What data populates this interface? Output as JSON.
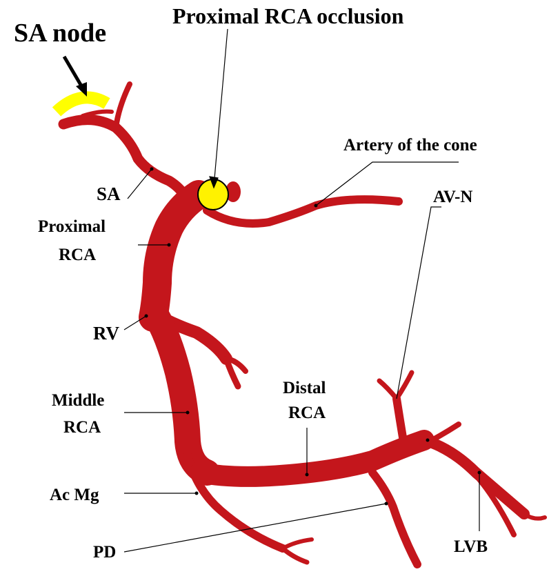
{
  "colors": {
    "artery": "#c4161c",
    "artery_edge": "#8e0d12",
    "occlusion_fill": "#fff200",
    "sa_node": "#ffff00",
    "leader": "#000000",
    "background": "#ffffff"
  },
  "labels": {
    "title": "Proximal RCA occlusion",
    "sa_node": "SA node",
    "artery_of_cone": "Artery of the cone",
    "sa": "SA",
    "av_n": "AV-N",
    "proximal_line1": "Proximal",
    "proximal_line2": "RCA",
    "rv": "RV",
    "distal_line1": "Distal",
    "distal_line2": "RCA",
    "middle_line1": "Middle",
    "middle_line2": "RCA",
    "ac_mg": "Ac Mg",
    "pd": "PD",
    "lvb": "LVB"
  }
}
